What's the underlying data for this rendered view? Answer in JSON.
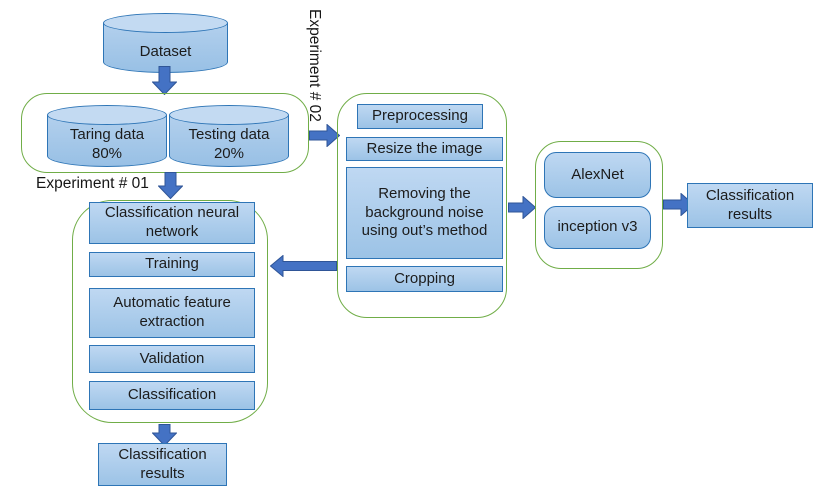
{
  "colors": {
    "box_border": "#2E75B6",
    "box_fill_top": "#BFD8F2",
    "box_fill_bottom": "#9CC3E6",
    "container_border": "#70AD47",
    "arrow_fill": "#4472C4",
    "arrow_stroke": "#2F5597"
  },
  "flow": {
    "dataset_label": "Dataset",
    "split": {
      "training_label": "Taring data\n80%",
      "testing_label": "Testing data\n20%"
    },
    "experiment1_label": "Experiment # 01",
    "experiment2_label": "Experiment # 02",
    "preprocessing": {
      "steps": [
        "Preprocessing",
        "Resize the image",
        "Removing the background noise using out’s method",
        "Cropping"
      ]
    },
    "training_pipeline": {
      "steps": [
        "Classification neural network",
        "Training",
        "Automatic feature extraction",
        "Validation",
        "Classification"
      ]
    },
    "models": {
      "items": [
        "AlexNet",
        "inception v3"
      ]
    },
    "results_bottom_label": "Classification results",
    "results_right_label": "Classification results"
  }
}
